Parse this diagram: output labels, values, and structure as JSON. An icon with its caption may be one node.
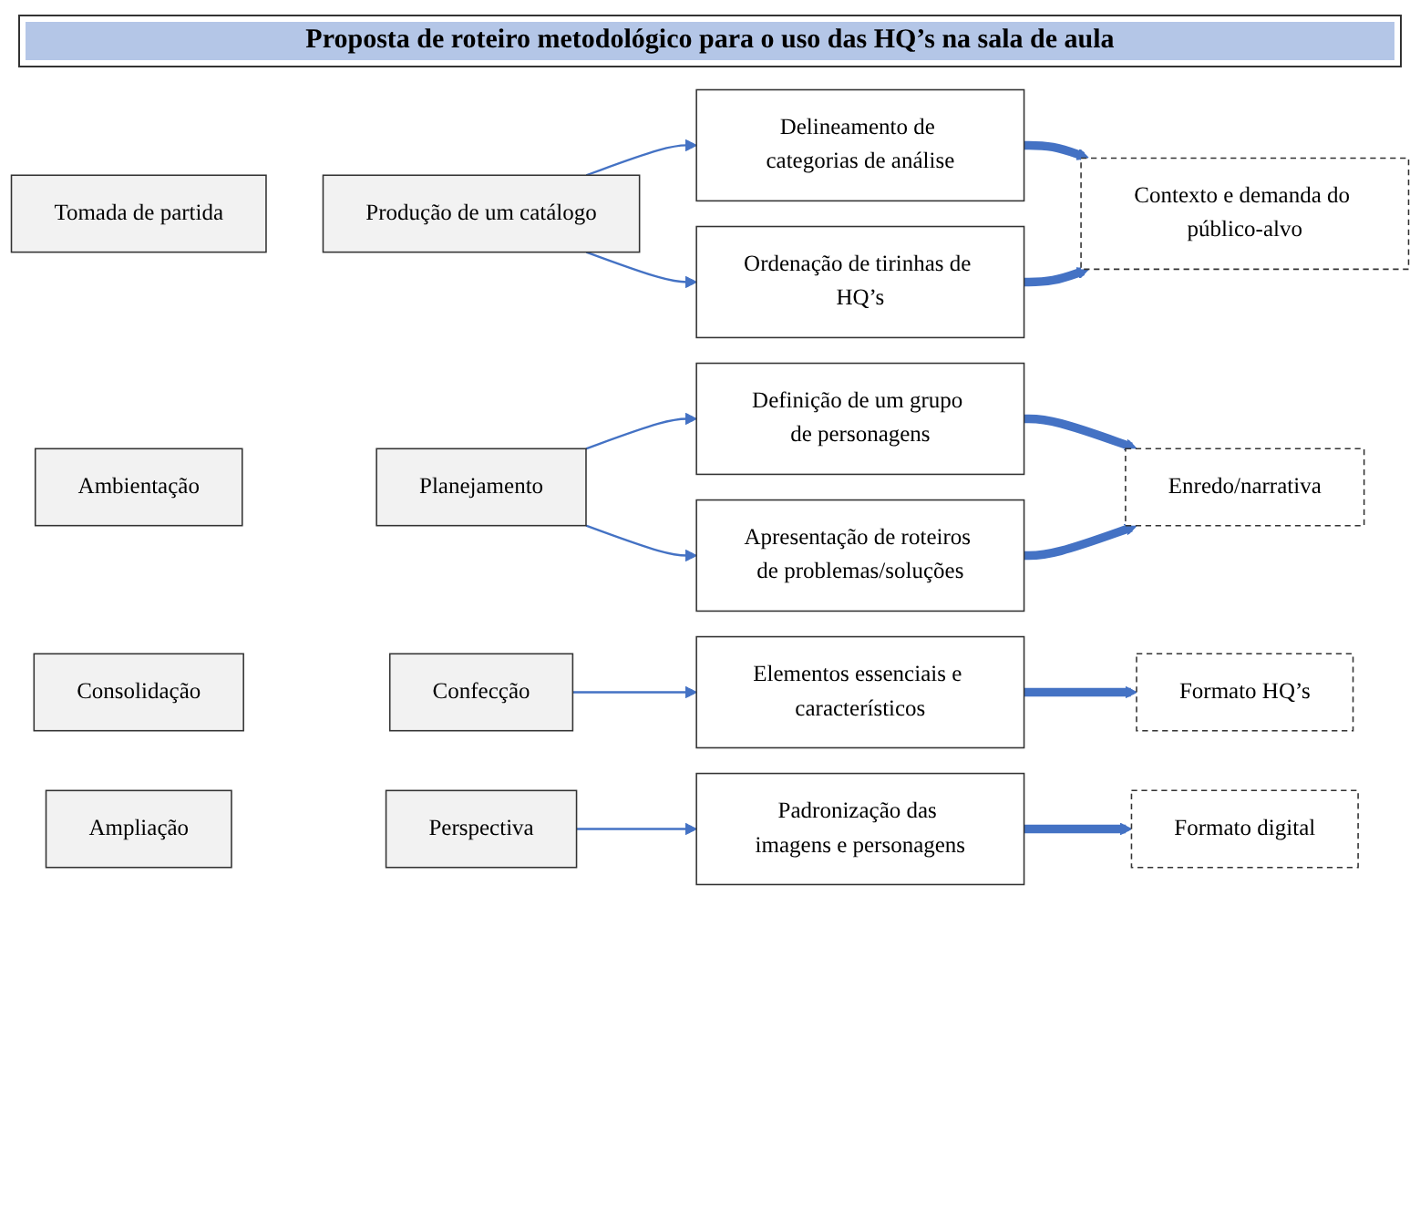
{
  "diagram": {
    "title": "Proposta de roteiro metodológico para o uso das HQ’s na sala de aula",
    "nodes": [
      {
        "text": [
          "Tomada de partida"
        ]
      },
      {
        "text": [
          "Produção de um catálogo"
        ]
      },
      {
        "text": [
          "Delineamento de categorias de análise"
        ]
      },
      {
        "text": [
          "Ordenação de tirinhas de HQ’s"
        ]
      },
      {
        "text": [
          "Contexto e demanda do público-alvo"
        ]
      },
      {
        "text": [
          "Ambientação"
        ]
      },
      {
        "text": [
          "Planejamento"
        ]
      },
      {
        "text": [
          "Definição de um grupo de personagens"
        ]
      },
      {
        "text": [
          "Apresentação de roteiros de problemas/soluções"
        ]
      },
      {
        "text": [
          "Enredo/narrativa"
        ]
      },
      {
        "text": [
          "Consolidação"
        ]
      },
      {
        "text": [
          "Confecção"
        ]
      },
      {
        "text": [
          "Elementos essenciais e característicos"
        ]
      },
      {
        "text": [
          "Formato HQ’s"
        ]
      },
      {
        "text": [
          "Ampliação"
        ]
      },
      {
        "text": [
          "Perspectiva"
        ]
      },
      {
        "text": [
          "Padronização das imagens e personagens"
        ]
      },
      {
        "text": [
          "Formato digital"
        ]
      }
    ],
    "edges": [
      {
        "from": 1,
        "to": 2,
        "arrow": "to"
      },
      {
        "from": 1,
        "to": 3,
        "arrow": "to"
      },
      {
        "from": 2,
        "to": 4,
        "arrow": "to",
        "style": "thick"
      },
      {
        "from": 3,
        "to": 4,
        "arrow": "to",
        "style": "thick"
      },
      {
        "from": 6,
        "to": 7,
        "arrow": "to"
      },
      {
        "from": 6,
        "to": 8,
        "arrow": "to"
      },
      {
        "from": 7,
        "to": 9,
        "arrow": "to",
        "style": "thick"
      },
      {
        "from": 8,
        "to": 9,
        "arrow": "to",
        "style": "thick"
      },
      {
        "from": 11,
        "to": 12,
        "arrow": "to"
      },
      {
        "from": 12,
        "to": 13,
        "arrow": "to",
        "style": "thick"
      },
      {
        "from": 15,
        "to": 16,
        "arrow": "to"
      },
      {
        "from": 16,
        "to": 17,
        "arrow": "to",
        "style": "thick"
      }
    ]
  }
}
